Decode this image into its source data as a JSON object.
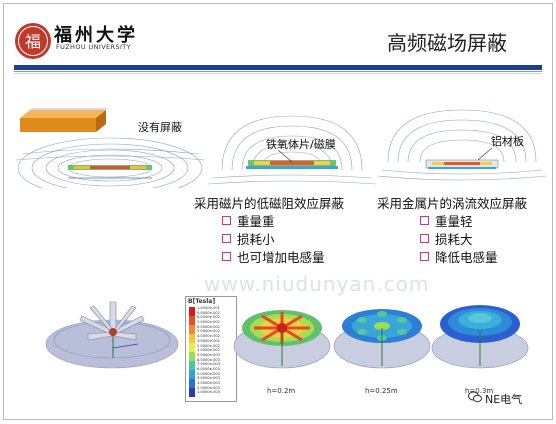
{
  "header": {
    "school_cn": "福州大学",
    "school_en": "FUZHOU UNIVERSITY",
    "logo_char": "福",
    "title": "高频磁场屏蔽"
  },
  "top_panels": {
    "no_shield": {
      "label": "没有屏蔽"
    },
    "ferrite": {
      "label": "铁氧体片/磁膜"
    },
    "aluminum": {
      "label": "铝材板"
    }
  },
  "left_method": {
    "caption": "采用磁片的低磁阻效应屏蔽",
    "bullets": [
      "重量重",
      "损耗小",
      "也可增加电感量"
    ]
  },
  "right_method": {
    "caption": "采用金属片的涡流效应屏蔽",
    "bullets": [
      "重量轻",
      "损耗大",
      "降低电感量"
    ]
  },
  "watermark": "www.niudunyan.com",
  "bottom": {
    "legend_title": "B[Tesla]",
    "legend_values": [
      "1.0000e-001",
      "9.0000e-002",
      "8.0000e-002",
      "7.0000e-002",
      "6.0000e-002",
      "5.0000e-002",
      "4.0000e-002",
      "3.0000e-002",
      "2.0000e-002",
      "1.0000e-002",
      "9.0000e-003",
      "8.0000e-003",
      "7.0000e-003",
      "6.0000e-003",
      "5.0000e-003",
      "4.0000e-003",
      "3.0000e-003",
      "2.0000e-003",
      "1.0000e-003"
    ],
    "labels": [
      "h=0.2m",
      "h=0.25m",
      "h=0.3m"
    ]
  },
  "footer": {
    "wechat_label": "NE电气"
  },
  "colors": {
    "accent_bar": "#1d3e8a",
    "bullet": "#cc3399",
    "logo_red": "#c0392b"
  }
}
